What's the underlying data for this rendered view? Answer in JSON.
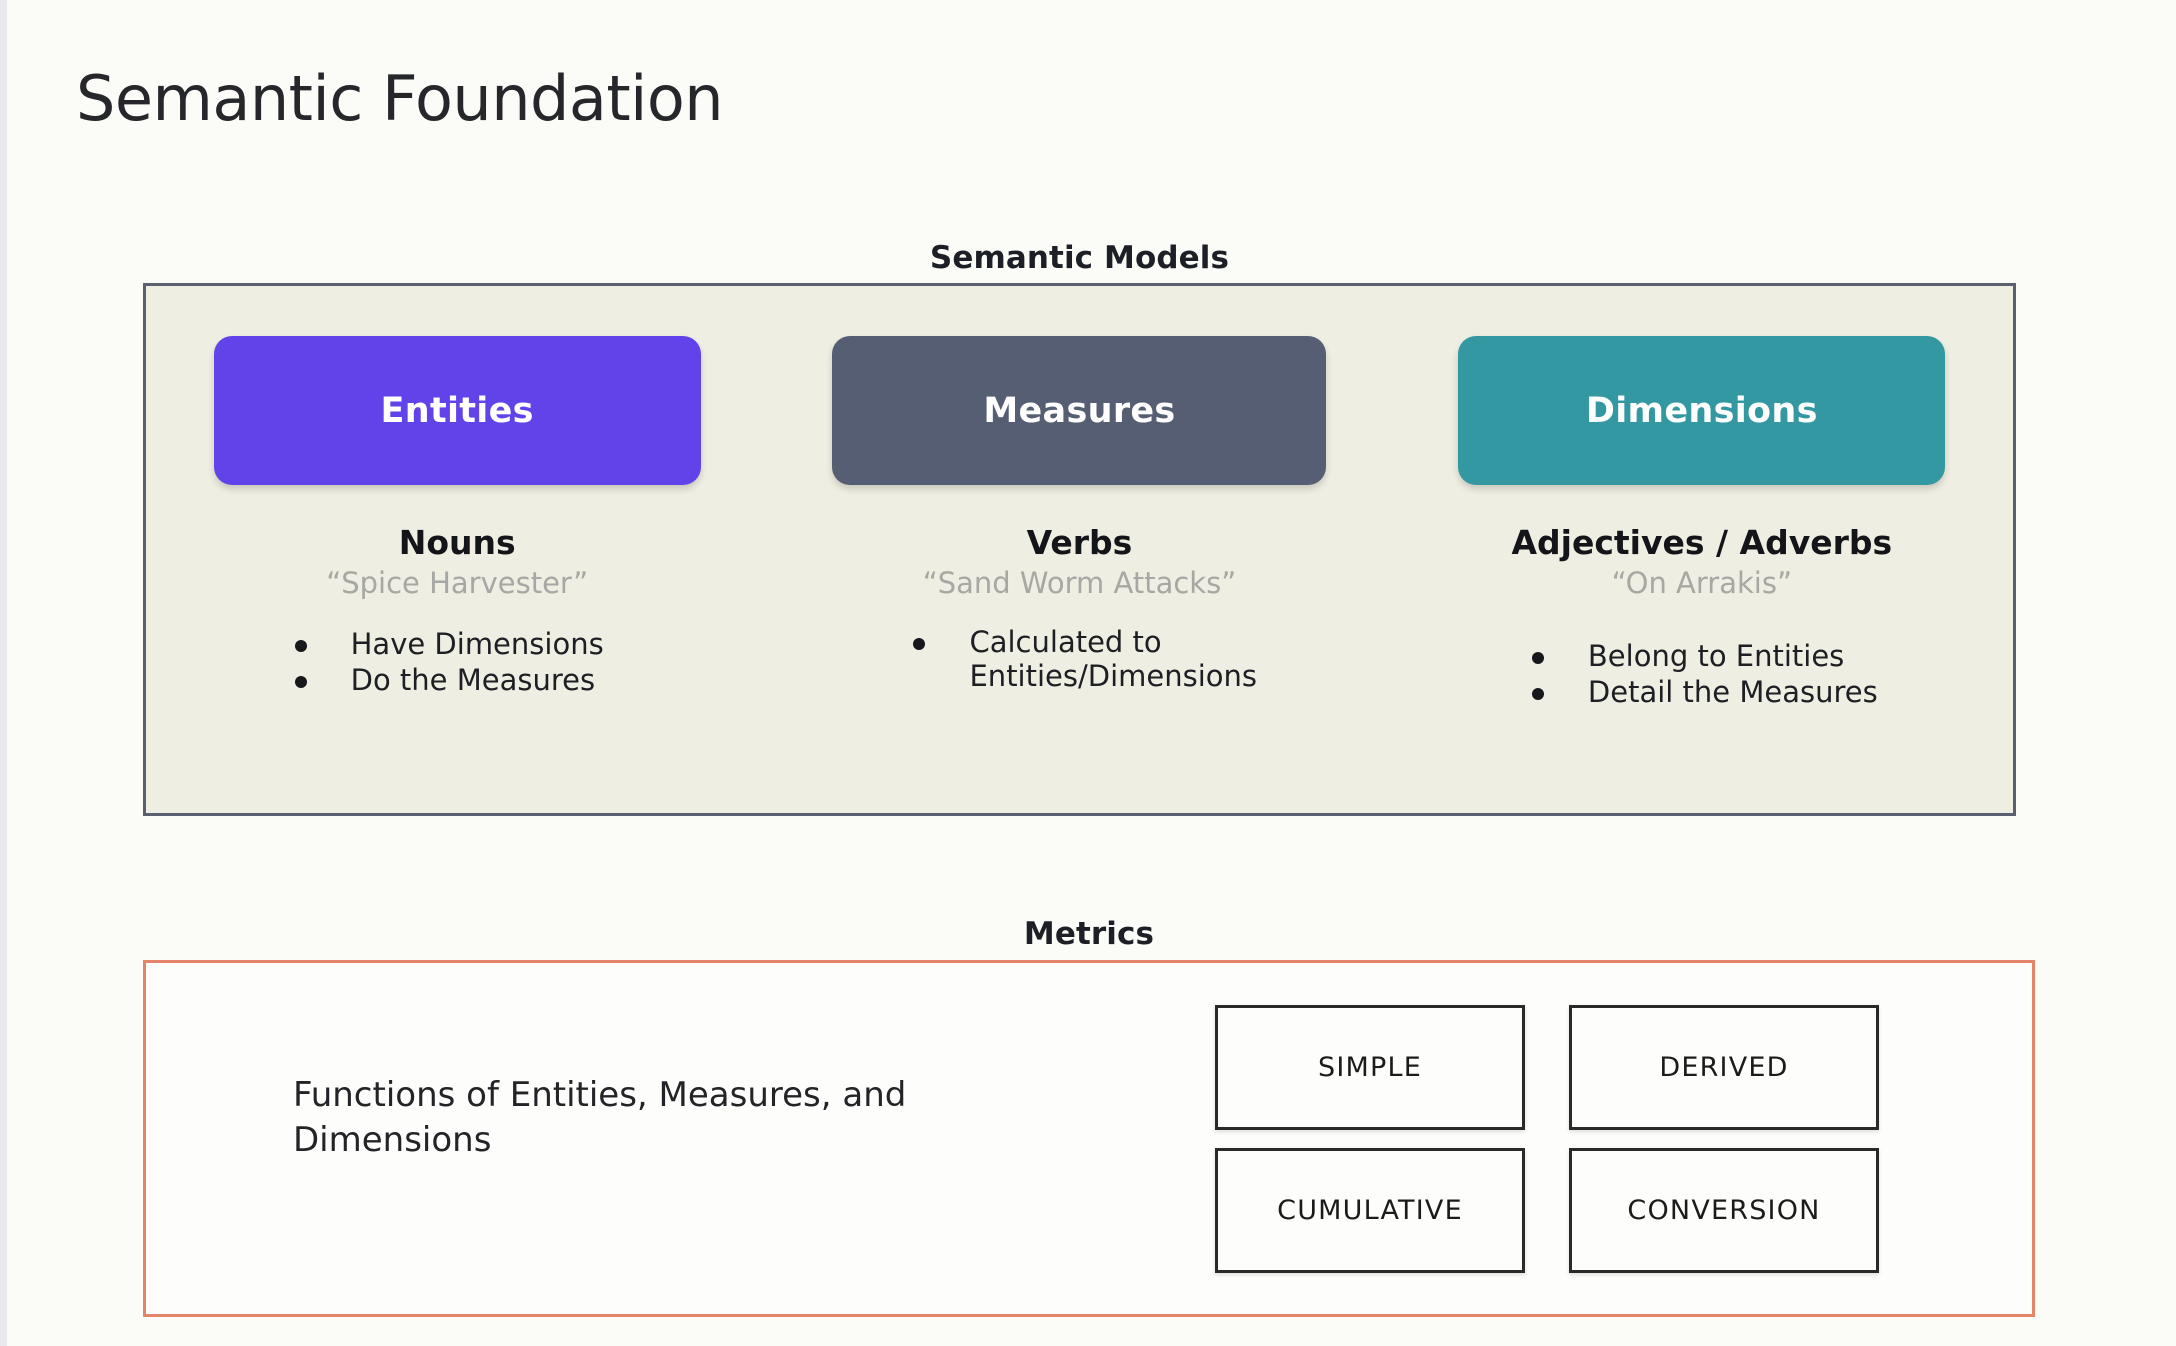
{
  "slide": {
    "title": "Semantic Foundation"
  },
  "semantic_models": {
    "heading": "Semantic Models",
    "panel_fill": "#efeee2",
    "panel_border": "#5a606f",
    "columns": [
      {
        "chip_label": "Entities",
        "chip_color": "#6243ea",
        "part_of_speech": "Nouns",
        "example": "“Spice Harvester”",
        "bullets": [
          "Have Dimensions",
          "Do the Measures"
        ]
      },
      {
        "chip_label": "Measures",
        "chip_color": "#555e72",
        "part_of_speech": "Verbs",
        "example": "“Sand Worm Attacks”",
        "bullets": [
          "Calculated to Entities/Dimensions"
        ]
      },
      {
        "chip_label": "Dimensions",
        "chip_color": "#3398a2",
        "part_of_speech": "Adjectives / Adverbs",
        "example": "“On Arrakis”",
        "bullets": [
          "Belong to Entities",
          "Detail the Measures"
        ]
      }
    ]
  },
  "metrics": {
    "heading": "Metrics",
    "panel_border": "#e4846b",
    "description": "Functions of Entities, Measures, and Dimensions",
    "types": [
      "SIMPLE",
      "DERIVED",
      "CUMULATIVE",
      "CONVERSION"
    ]
  }
}
